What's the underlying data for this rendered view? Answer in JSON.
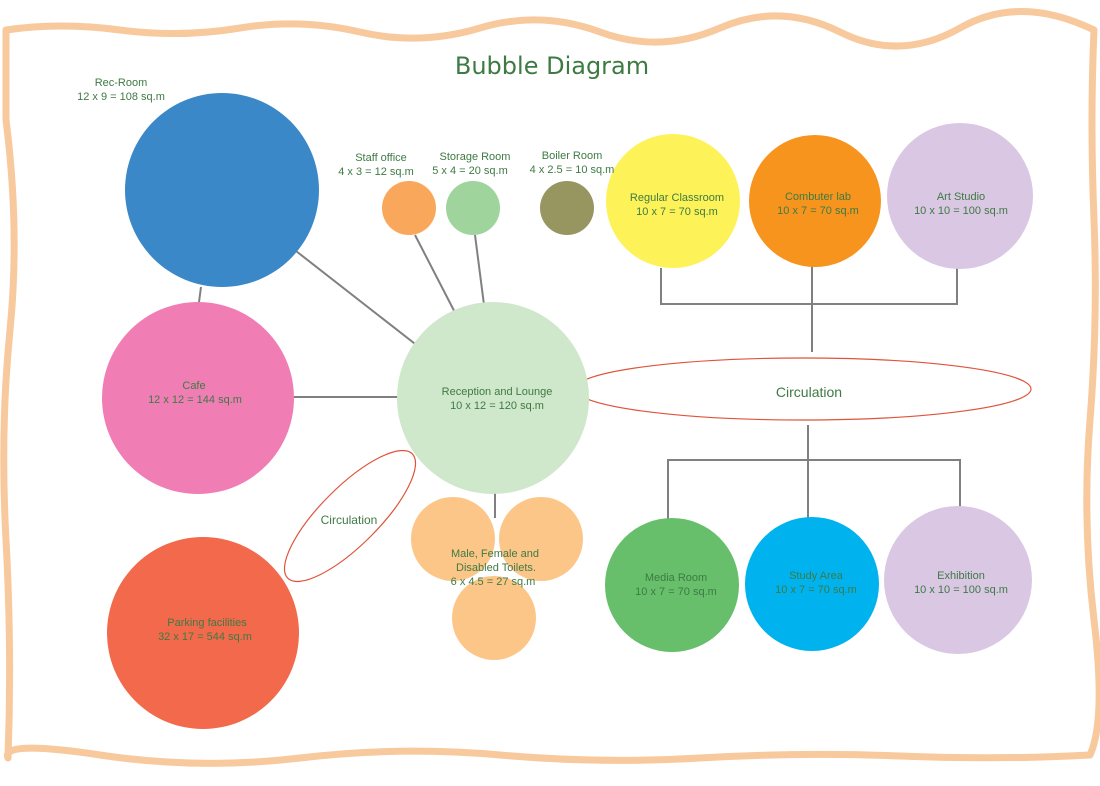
{
  "title": "Bubble Diagram",
  "colors": {
    "frame": "#f7c99d",
    "line": "#808080",
    "text": "#3e7a43",
    "circulation_stroke": "#e0533b"
  },
  "rooms": {
    "rec_room": {
      "name": "Rec-Room",
      "area": "12 x 9 = 108 sq.m",
      "color": "#3b88c8"
    },
    "cafe": {
      "name": "Cafe",
      "area": "12 x 12 = 144 sq.m",
      "color": "#f07eb4"
    },
    "parking": {
      "name": "Parking facilities",
      "area": "32 x 17 = 544 sq.m",
      "color": "#f2694c"
    },
    "staff_office": {
      "name": "Staff office",
      "area": "4 x 3 = 12 sq.m",
      "color": "#f9a85b"
    },
    "storage_room": {
      "name": "Storage Room",
      "area": "5 x 4 = 20 sq.m",
      "color": "#9fd49c"
    },
    "boiler_room": {
      "name": "Boiler Room",
      "area": "4 x 2.5 = 10 sq.m",
      "color": "#979560"
    },
    "reception": {
      "name": "Reception and Lounge",
      "area": "10 x 12 = 120 sq.m",
      "color": "#cfe8cb"
    },
    "toilets": {
      "name_line1": "Male, Female and",
      "name_line2": "Disabled Toilets.",
      "area": "6 x 4.5 = 27 sq.m",
      "color": "#fdc689"
    },
    "classroom": {
      "name": "Regular Classroom",
      "area": "10 x 7 = 70 sq.m",
      "color": "#fef259"
    },
    "computer_lab": {
      "name": "Combuter lab",
      "area": "10 x 7 = 70 sq.m",
      "color": "#f7941e"
    },
    "art_studio": {
      "name": "Art Studio",
      "area": "10 x 10 = 100 sq.m",
      "color": "#dac7e3"
    },
    "media_room": {
      "name": "Media Room",
      "area": "10 x 7 = 70 sq.m",
      "color": "#67bf6b"
    },
    "study_area": {
      "name": "Study Area",
      "area": "10 x 7 = 70 sq.m",
      "color": "#00b3ee"
    },
    "exhibition": {
      "name": "Exhibition",
      "area": "10 x 10 = 100 sq.m",
      "color": "#dac7e3"
    }
  },
  "circulation": {
    "main_label": "Circulation",
    "left_label": "Circulation"
  }
}
